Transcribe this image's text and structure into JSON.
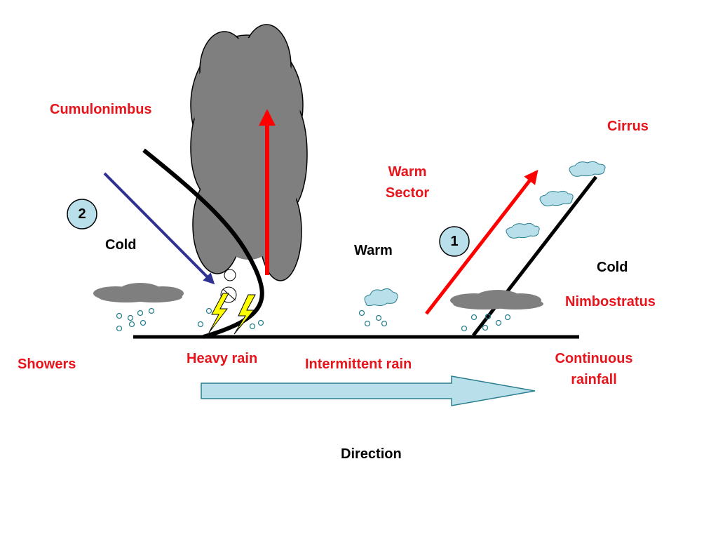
{
  "labels": {
    "cumulonimbus": "Cumulonimbus",
    "cirrus": "Cirrus",
    "warm_sector_line1": "Warm",
    "warm_sector_line2": "Sector",
    "cold_left": "Cold",
    "warm": "Warm",
    "cold_right": "Cold",
    "nimbostratus": "Nimbostratus",
    "showers": "Showers",
    "heavy_rain": "Heavy rain",
    "intermittent_rain": "Intermittent rain",
    "continuous_line1": "Continuous",
    "continuous_line2": "rainfall",
    "direction": "Direction"
  },
  "markers": {
    "one": "1",
    "two": "2"
  },
  "colors": {
    "label_red": "#e8141b",
    "cloud_dark": "#7f7f7f",
    "cloud_light": "#b9e0ea",
    "arrow_red": "#ff0000",
    "arrow_blue": "#2e3192",
    "direction_arrow": "#b9e0ea",
    "lightning": "#ffff00"
  },
  "icons": {
    "lightning": "lightning-bolt-icon",
    "rain": "raindrop-icon",
    "cloud": "cloud-icon"
  }
}
